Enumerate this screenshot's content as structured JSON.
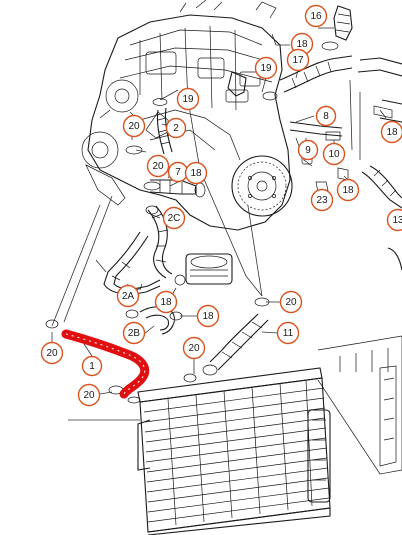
{
  "accent_color": "#d9531e",
  "highlight_color": "#e01010",
  "callouts": [
    {
      "id": "c16",
      "label": "16"
    },
    {
      "id": "c18a",
      "label": "18"
    },
    {
      "id": "c19a",
      "label": "19"
    },
    {
      "id": "c17",
      "label": "17"
    },
    {
      "id": "c19b",
      "label": "19"
    },
    {
      "id": "c2",
      "label": "2"
    },
    {
      "id": "c20a",
      "label": "20"
    },
    {
      "id": "c8",
      "label": "8"
    },
    {
      "id": "c18b",
      "label": "18"
    },
    {
      "id": "c9",
      "label": "9"
    },
    {
      "id": "c10",
      "label": "10"
    },
    {
      "id": "c20b",
      "label": "20"
    },
    {
      "id": "c7",
      "label": "7"
    },
    {
      "id": "c18c",
      "label": "18"
    },
    {
      "id": "c18d",
      "label": "18"
    },
    {
      "id": "c23",
      "label": "23"
    },
    {
      "id": "c2c",
      "label": "2C"
    },
    {
      "id": "c13",
      "label": "13"
    },
    {
      "id": "c2a",
      "label": "2A"
    },
    {
      "id": "c18e",
      "label": "18"
    },
    {
      "id": "c20c",
      "label": "20"
    },
    {
      "id": "c18f",
      "label": "18"
    },
    {
      "id": "c2b",
      "label": "2B"
    },
    {
      "id": "c11",
      "label": "11"
    },
    {
      "id": "c20d",
      "label": "20"
    },
    {
      "id": "c1",
      "label": "1"
    },
    {
      "id": "c20e",
      "label": "20"
    },
    {
      "id": "c20f",
      "label": "20"
    }
  ]
}
